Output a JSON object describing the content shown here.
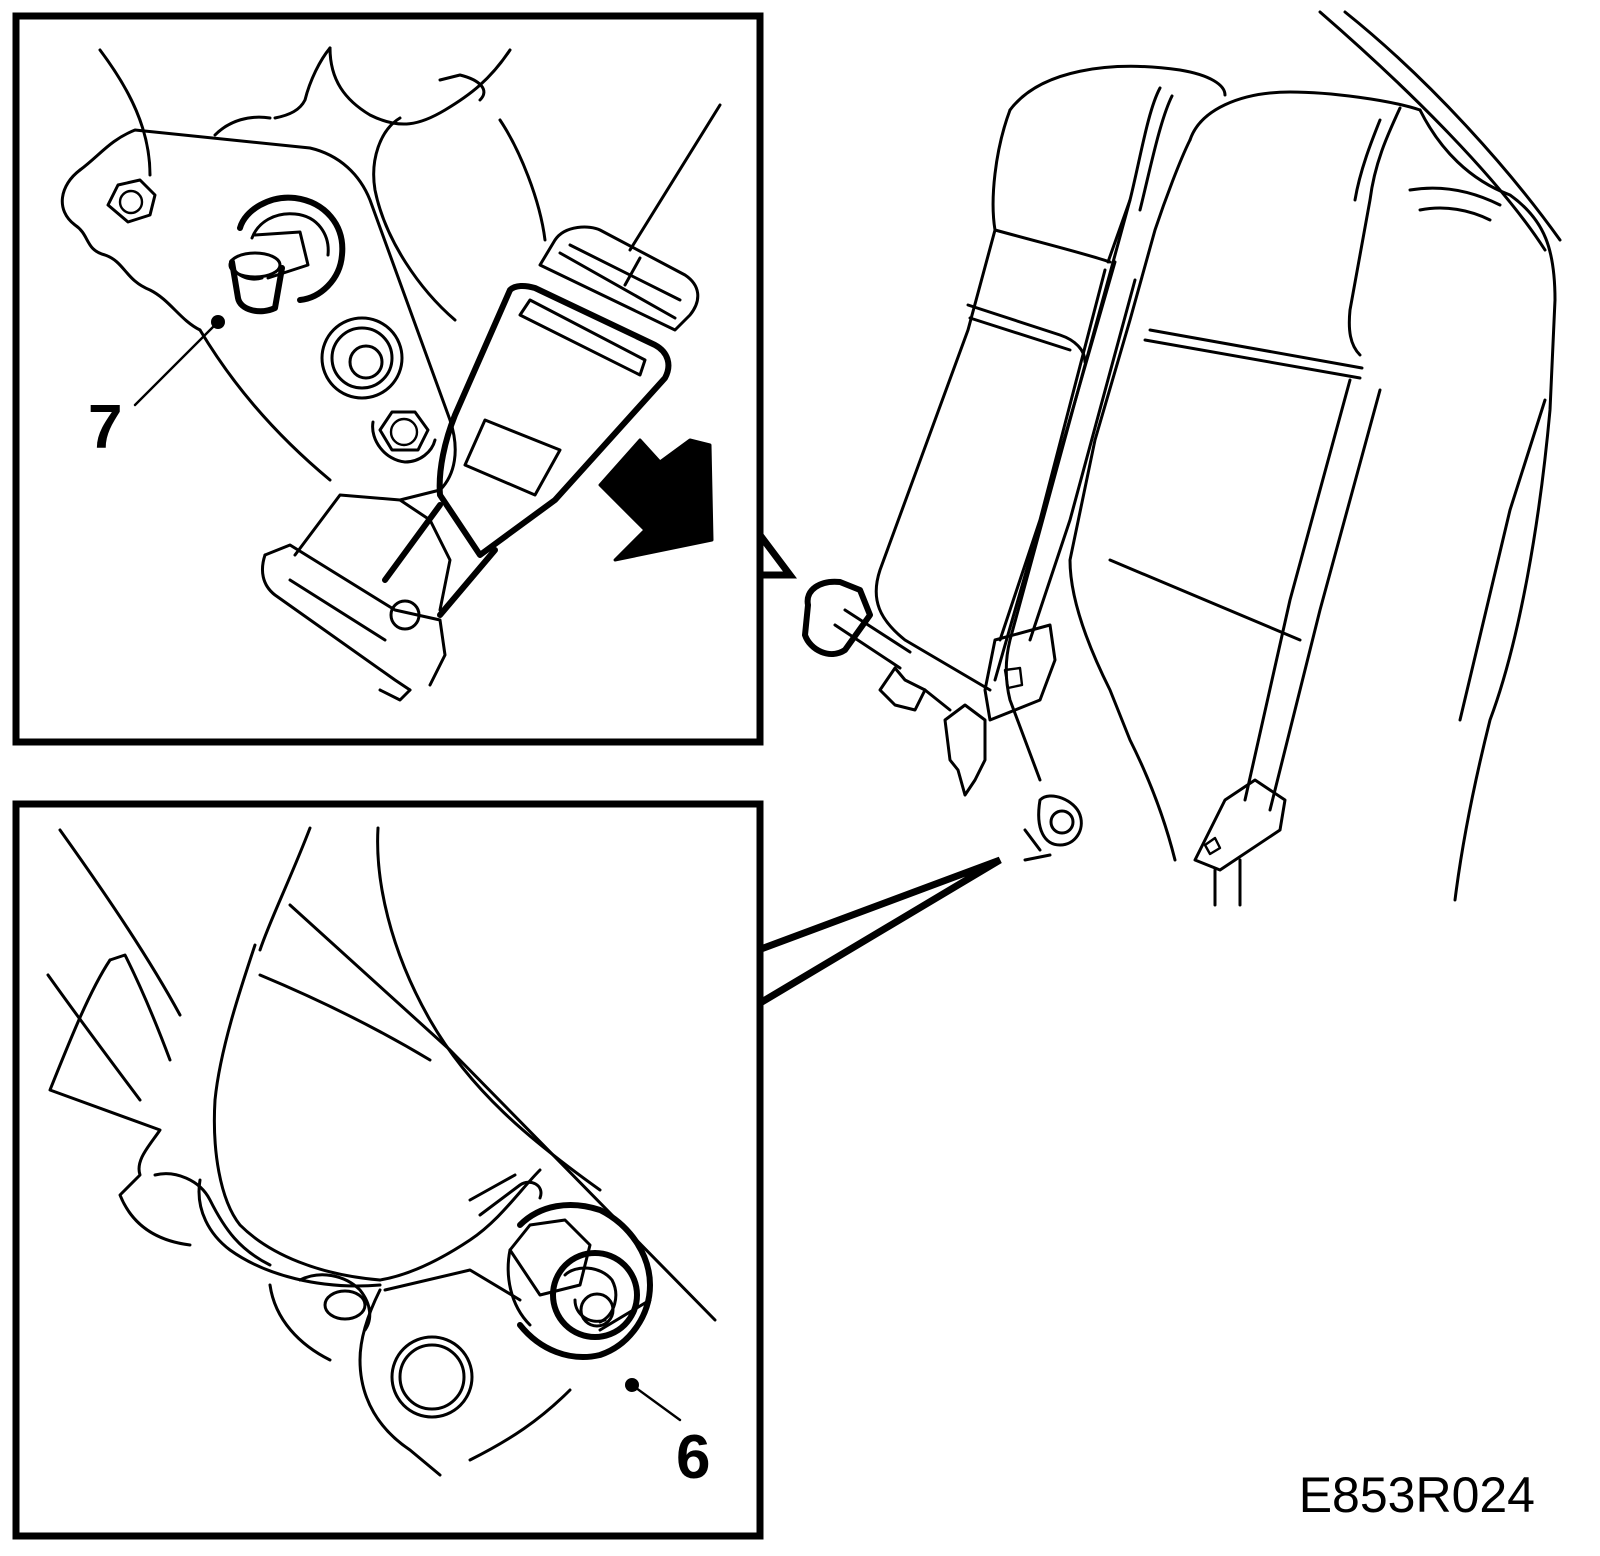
{
  "callouts": {
    "upper_detail_number": "7",
    "lower_detail_number": "6"
  },
  "figure_code": "E853R024",
  "icons": {
    "upper_detail": "seat-belt-buckle-anchor-icon",
    "lower_detail": "seat-belt-anchor-nut-icon",
    "overview": "rear-seat-back-icon",
    "direction_arrow": "removal-direction-arrow-icon"
  }
}
